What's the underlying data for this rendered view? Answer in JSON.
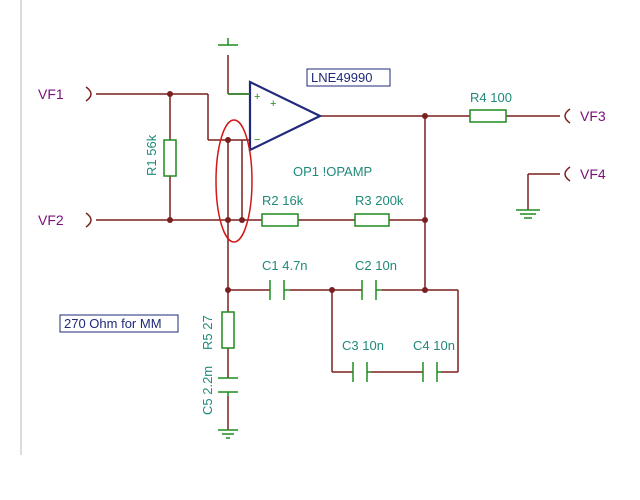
{
  "ports": {
    "vf1": "VF1",
    "vf2": "VF2",
    "vf3": "VF3",
    "vf4": "VF4"
  },
  "opamp": {
    "part": "LNE49990",
    "name": "OP1 !OPAMP",
    "plus": "+",
    "minus": "−"
  },
  "components": {
    "r1": "R1 56k",
    "r2": "R2 16k",
    "r3": "R3 200k",
    "r4": "R4 100",
    "r5": "R5 27",
    "c1": "C1 4.7n",
    "c2": "C2 10n",
    "c3": "C3 10n",
    "c4": "C4 10n",
    "c5": "C5 2.2m"
  },
  "notes": {
    "mm": "270 Ohm for MM"
  },
  "colors": {
    "wire": "#7a1f1f",
    "component": "#1f8a1f",
    "opamp": "#1f2a7a",
    "port_label": "#7a0f7a",
    "highlight": "#d01818"
  }
}
